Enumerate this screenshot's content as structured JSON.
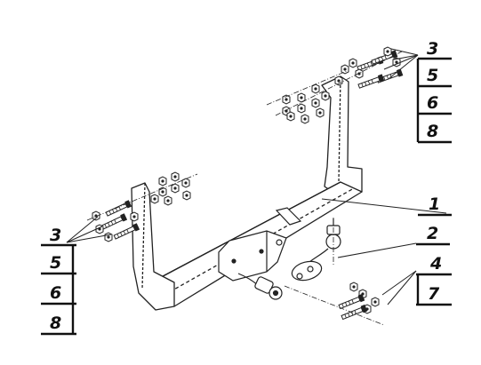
{
  "callouts": {
    "top_right": [
      "3",
      "5",
      "6",
      "8"
    ],
    "left": [
      "3",
      "5",
      "6",
      "8"
    ],
    "part_1": "1",
    "part_2": "2",
    "part_4": "4",
    "part_7": "7"
  },
  "colors": {
    "ink": "#222222",
    "background": "#ffffff"
  }
}
